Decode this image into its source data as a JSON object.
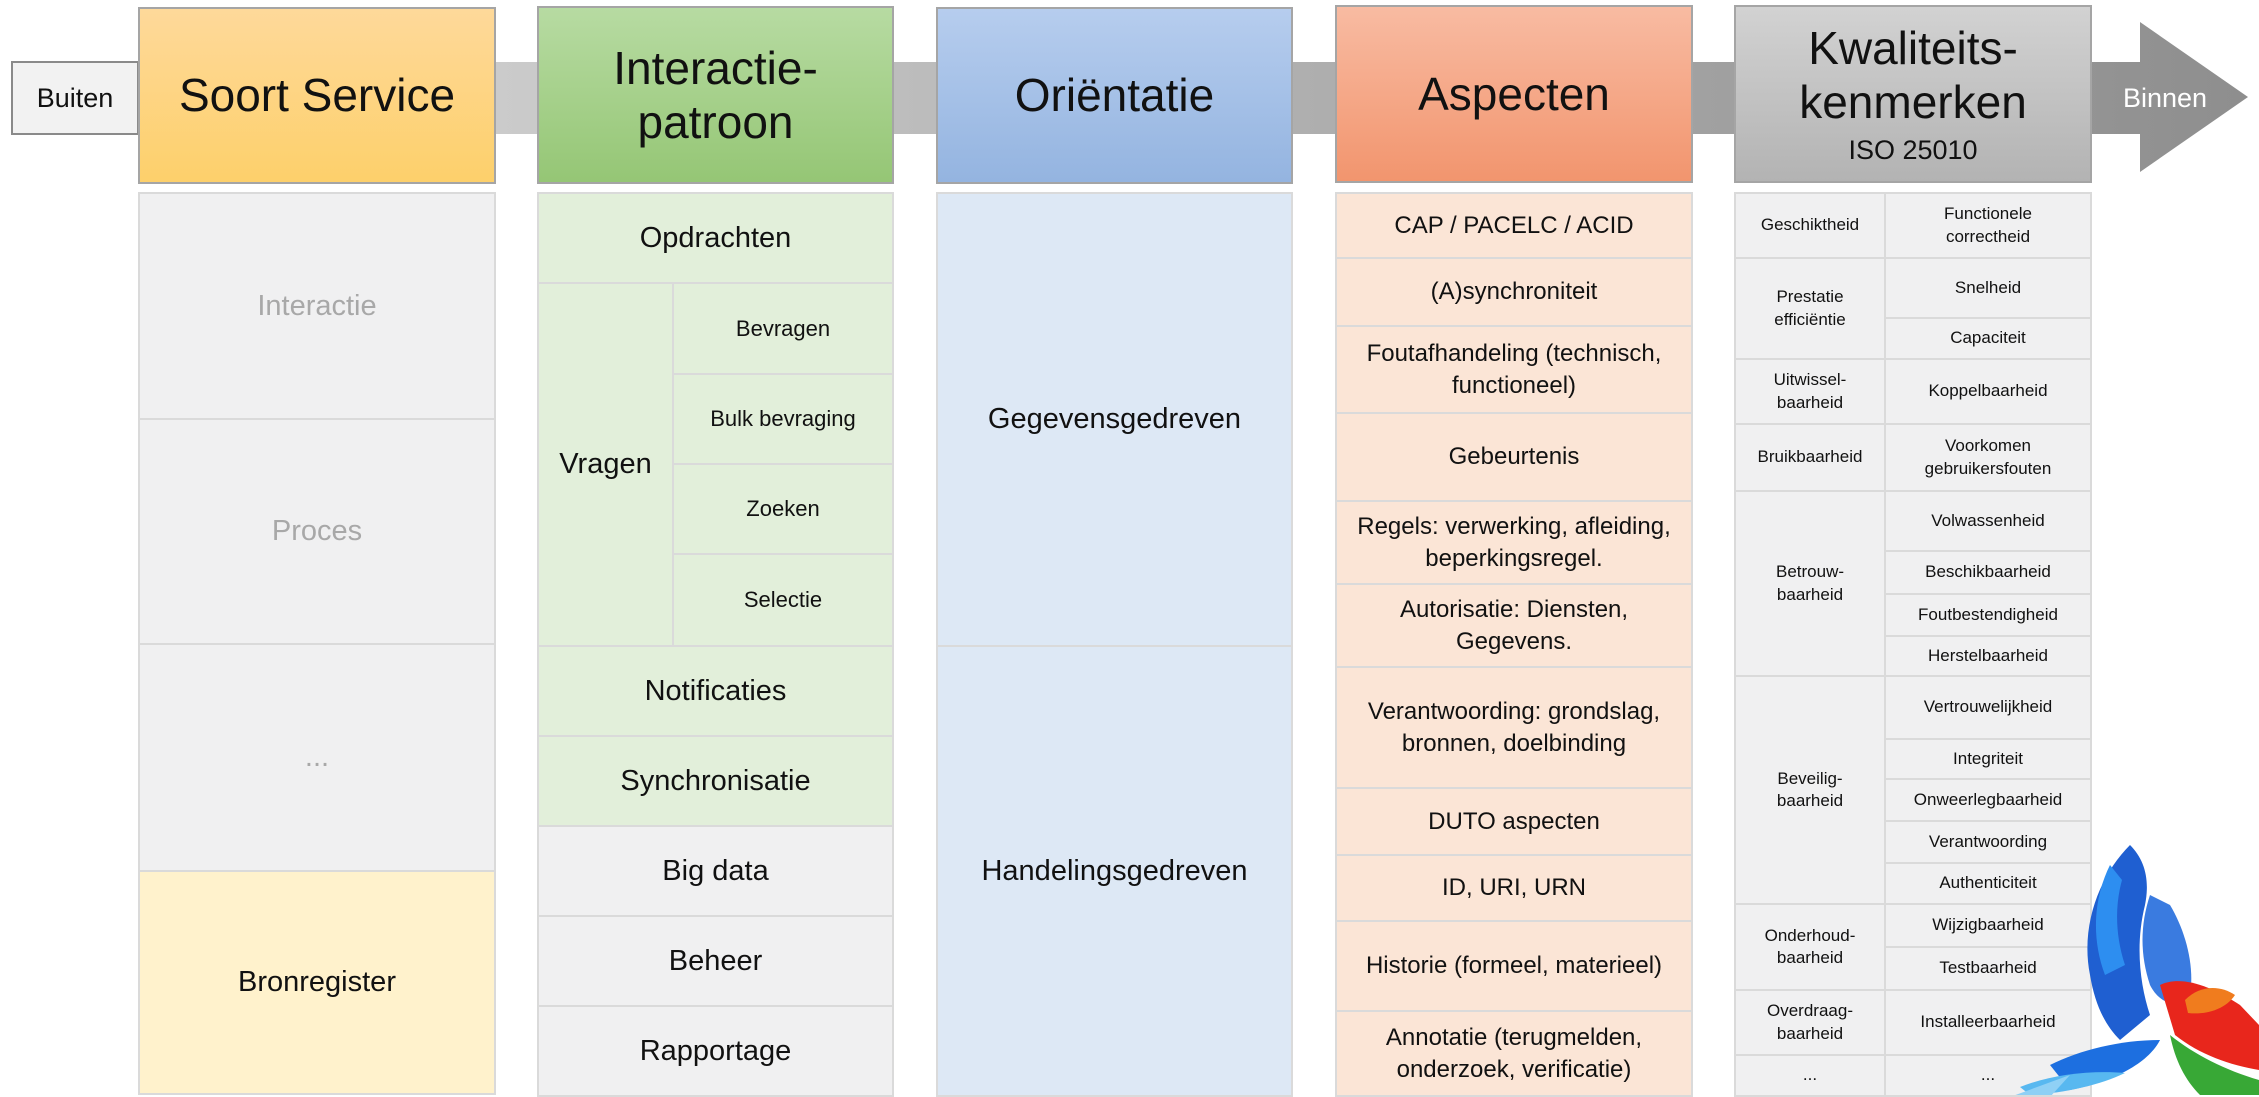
{
  "flow": {
    "start_label": "Buiten",
    "end_label": "Binnen"
  },
  "headers": {
    "soort_service": "Soort Service",
    "interactie_line1": "Interactie-",
    "interactie_line2": "patroon",
    "orientatie": "Oriëntatie",
    "aspecten": "Aspecten",
    "kwaliteit_line1": "Kwaliteits-",
    "kwaliteit_line2": "kenmerken",
    "kwaliteit_sub": "ISO 25010"
  },
  "soort_service": [
    "Interactie",
    "Proces",
    "...",
    "Bronregister"
  ],
  "interactiepatroon": {
    "opdrachten": "Opdrachten",
    "vragen": "Vragen",
    "vragen_sub": [
      "Bevragen",
      "Bulk bevraging",
      "Zoeken",
      "Selectie"
    ],
    "notificaties": "Notificaties",
    "synchronisatie": "Synchronisatie",
    "big_data": "Big data",
    "beheer": "Beheer",
    "rapportage": "Rapportage"
  },
  "orientatie": [
    "Gegevensgedreven",
    "Handelingsgedreven"
  ],
  "aspecten": [
    [
      "CAP / PACELC / ACID"
    ],
    [
      "(A)synchroniteit"
    ],
    [
      "Foutafhandeling (technisch,",
      "functioneel)"
    ],
    [
      "Gebeurtenis"
    ],
    [
      "Regels: verwerking, afleiding,",
      "beperkingsregel."
    ],
    [
      "Autorisatie: Diensten,",
      "Gegevens."
    ],
    [
      "Verantwoording: grondslag,",
      "bronnen, doelbinding"
    ],
    [
      "DUTO aspecten"
    ],
    [
      "ID, URI, URN"
    ],
    [
      "Historie (formeel, materieel)"
    ],
    [
      "Annotatie (terugmelden,",
      "onderzoek, verificatie)"
    ]
  ],
  "kwaliteit": {
    "groups": [
      [
        "Geschiktheid"
      ],
      [
        "Prestatie",
        "efficiëntie"
      ],
      [
        "Uitwissel-",
        "baarheid"
      ],
      [
        "Bruikbaarheid"
      ],
      [
        "Betrouw-",
        "baarheid"
      ],
      [
        "Beveilig-",
        "baarheid"
      ],
      [
        "Onderhoud-",
        "baarheid"
      ],
      [
        "Overdraag-",
        "baarheid"
      ],
      [
        "..."
      ]
    ],
    "items": [
      [
        "Functionele",
        "correctheid"
      ],
      [
        "Snelheid"
      ],
      [
        "Capaciteit"
      ],
      [
        "Koppelbaarheid"
      ],
      [
        "Voorkomen",
        "gebruikersfouten"
      ],
      [
        "Volwassenheid"
      ],
      [
        "Beschikbaarheid"
      ],
      [
        "Foutbestendigheid"
      ],
      [
        "Herstelbaarheid"
      ],
      [
        "Vertrouwelijkheid"
      ],
      [
        "Integriteit"
      ],
      [
        "Onweerlegbaarheid"
      ],
      [
        "Verantwoording"
      ],
      [
        "Authenticiteit"
      ],
      [
        "Wijzigbaarheid"
      ],
      [
        "Testbaarheid"
      ],
      [
        "Installeerbaarheid"
      ],
      [
        "..."
      ]
    ]
  },
  "colors": {
    "orange_header": "#fdd47f",
    "green_header": "#a9d08e",
    "blue_header": "#a6c1e6",
    "salmon_header": "#f5a98a",
    "gray_header": "#c6c6c6",
    "green_cell": "#e2efda",
    "blue_cell": "#dde8f5",
    "salmon_cell": "#fbe5d6",
    "gray_cell": "#f0f0f1",
    "yellow_cell": "#fff2cc"
  }
}
